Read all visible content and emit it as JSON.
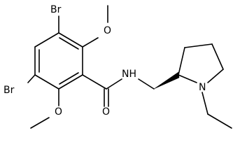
{
  "molecule": {
    "atoms": {
      "br_top": "Br",
      "br_left": "Br",
      "nh": "N",
      "nh_h": "H",
      "amide_o": "O",
      "methoxy_top_o": "O",
      "methoxy_bottom_o": "O",
      "ring_n": "N"
    },
    "colors": {
      "bond": "#000000",
      "background": "#ffffff"
    },
    "stereo": "wedge bond at pyrrolidine C2 (S)"
  }
}
